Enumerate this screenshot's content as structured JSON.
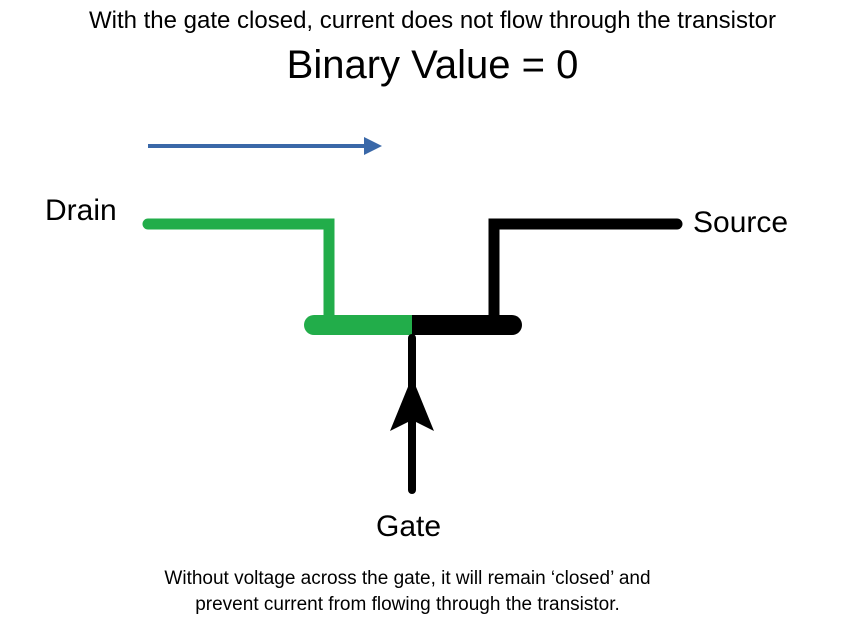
{
  "title": "With the gate closed, current does not flow through the transistor",
  "subtitle": "Binary Value = 0",
  "labels": {
    "drain": "Drain",
    "source": "Source",
    "gate": "Gate"
  },
  "caption": {
    "line1": "Without voltage across the gate, it will remain ‘closed’ and",
    "line2": "prevent current from flowing through the transistor."
  },
  "colors": {
    "current_arrow": "#3a68a8",
    "drain_path": "#22ad4a",
    "source_path": "#000000",
    "gate_path": "#000000"
  },
  "icons": {
    "current_direction": "arrow-right-icon",
    "gate_input": "arrow-up-icon"
  }
}
